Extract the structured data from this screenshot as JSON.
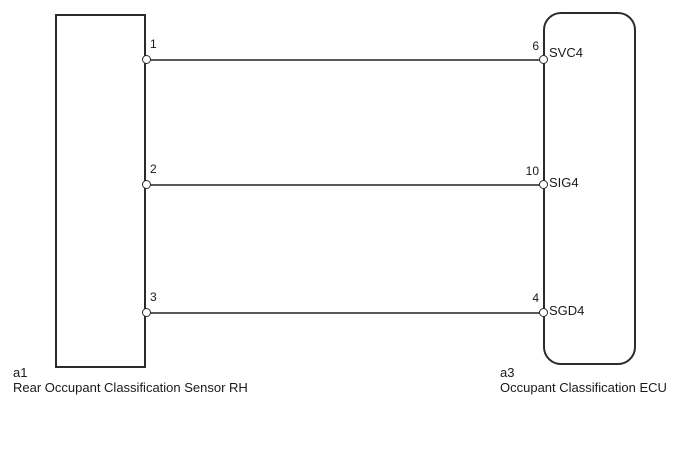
{
  "diagram": {
    "type": "wiring-diagram",
    "left_component": {
      "id": "a1",
      "name": "Rear Occupant Classification Sensor RH",
      "shape": "rectangle",
      "pins": [
        {
          "number": "1"
        },
        {
          "number": "2"
        },
        {
          "number": "3"
        }
      ]
    },
    "right_component": {
      "id": "a3",
      "name": "Occupant Classification ECU",
      "shape": "rounded-rectangle",
      "pins": [
        {
          "number": "6",
          "label": "SVC4"
        },
        {
          "number": "10",
          "label": "SIG4"
        },
        {
          "number": "4",
          "label": "SGD4"
        }
      ]
    },
    "connections": [
      {
        "from_component": "a1",
        "from_pin": "1",
        "to_component": "a3",
        "to_pin": "6",
        "to_terminal": "SVC4"
      },
      {
        "from_component": "a1",
        "from_pin": "2",
        "to_component": "a3",
        "to_pin": "10",
        "to_terminal": "SIG4"
      },
      {
        "from_component": "a1",
        "from_pin": "3",
        "to_component": "a3",
        "to_pin": "4",
        "to_terminal": "SGD4"
      }
    ],
    "colors": {
      "background": "#ffffff",
      "outline": "#2b2b2b",
      "wire": "#595959",
      "text": "#1a1a1a"
    }
  }
}
